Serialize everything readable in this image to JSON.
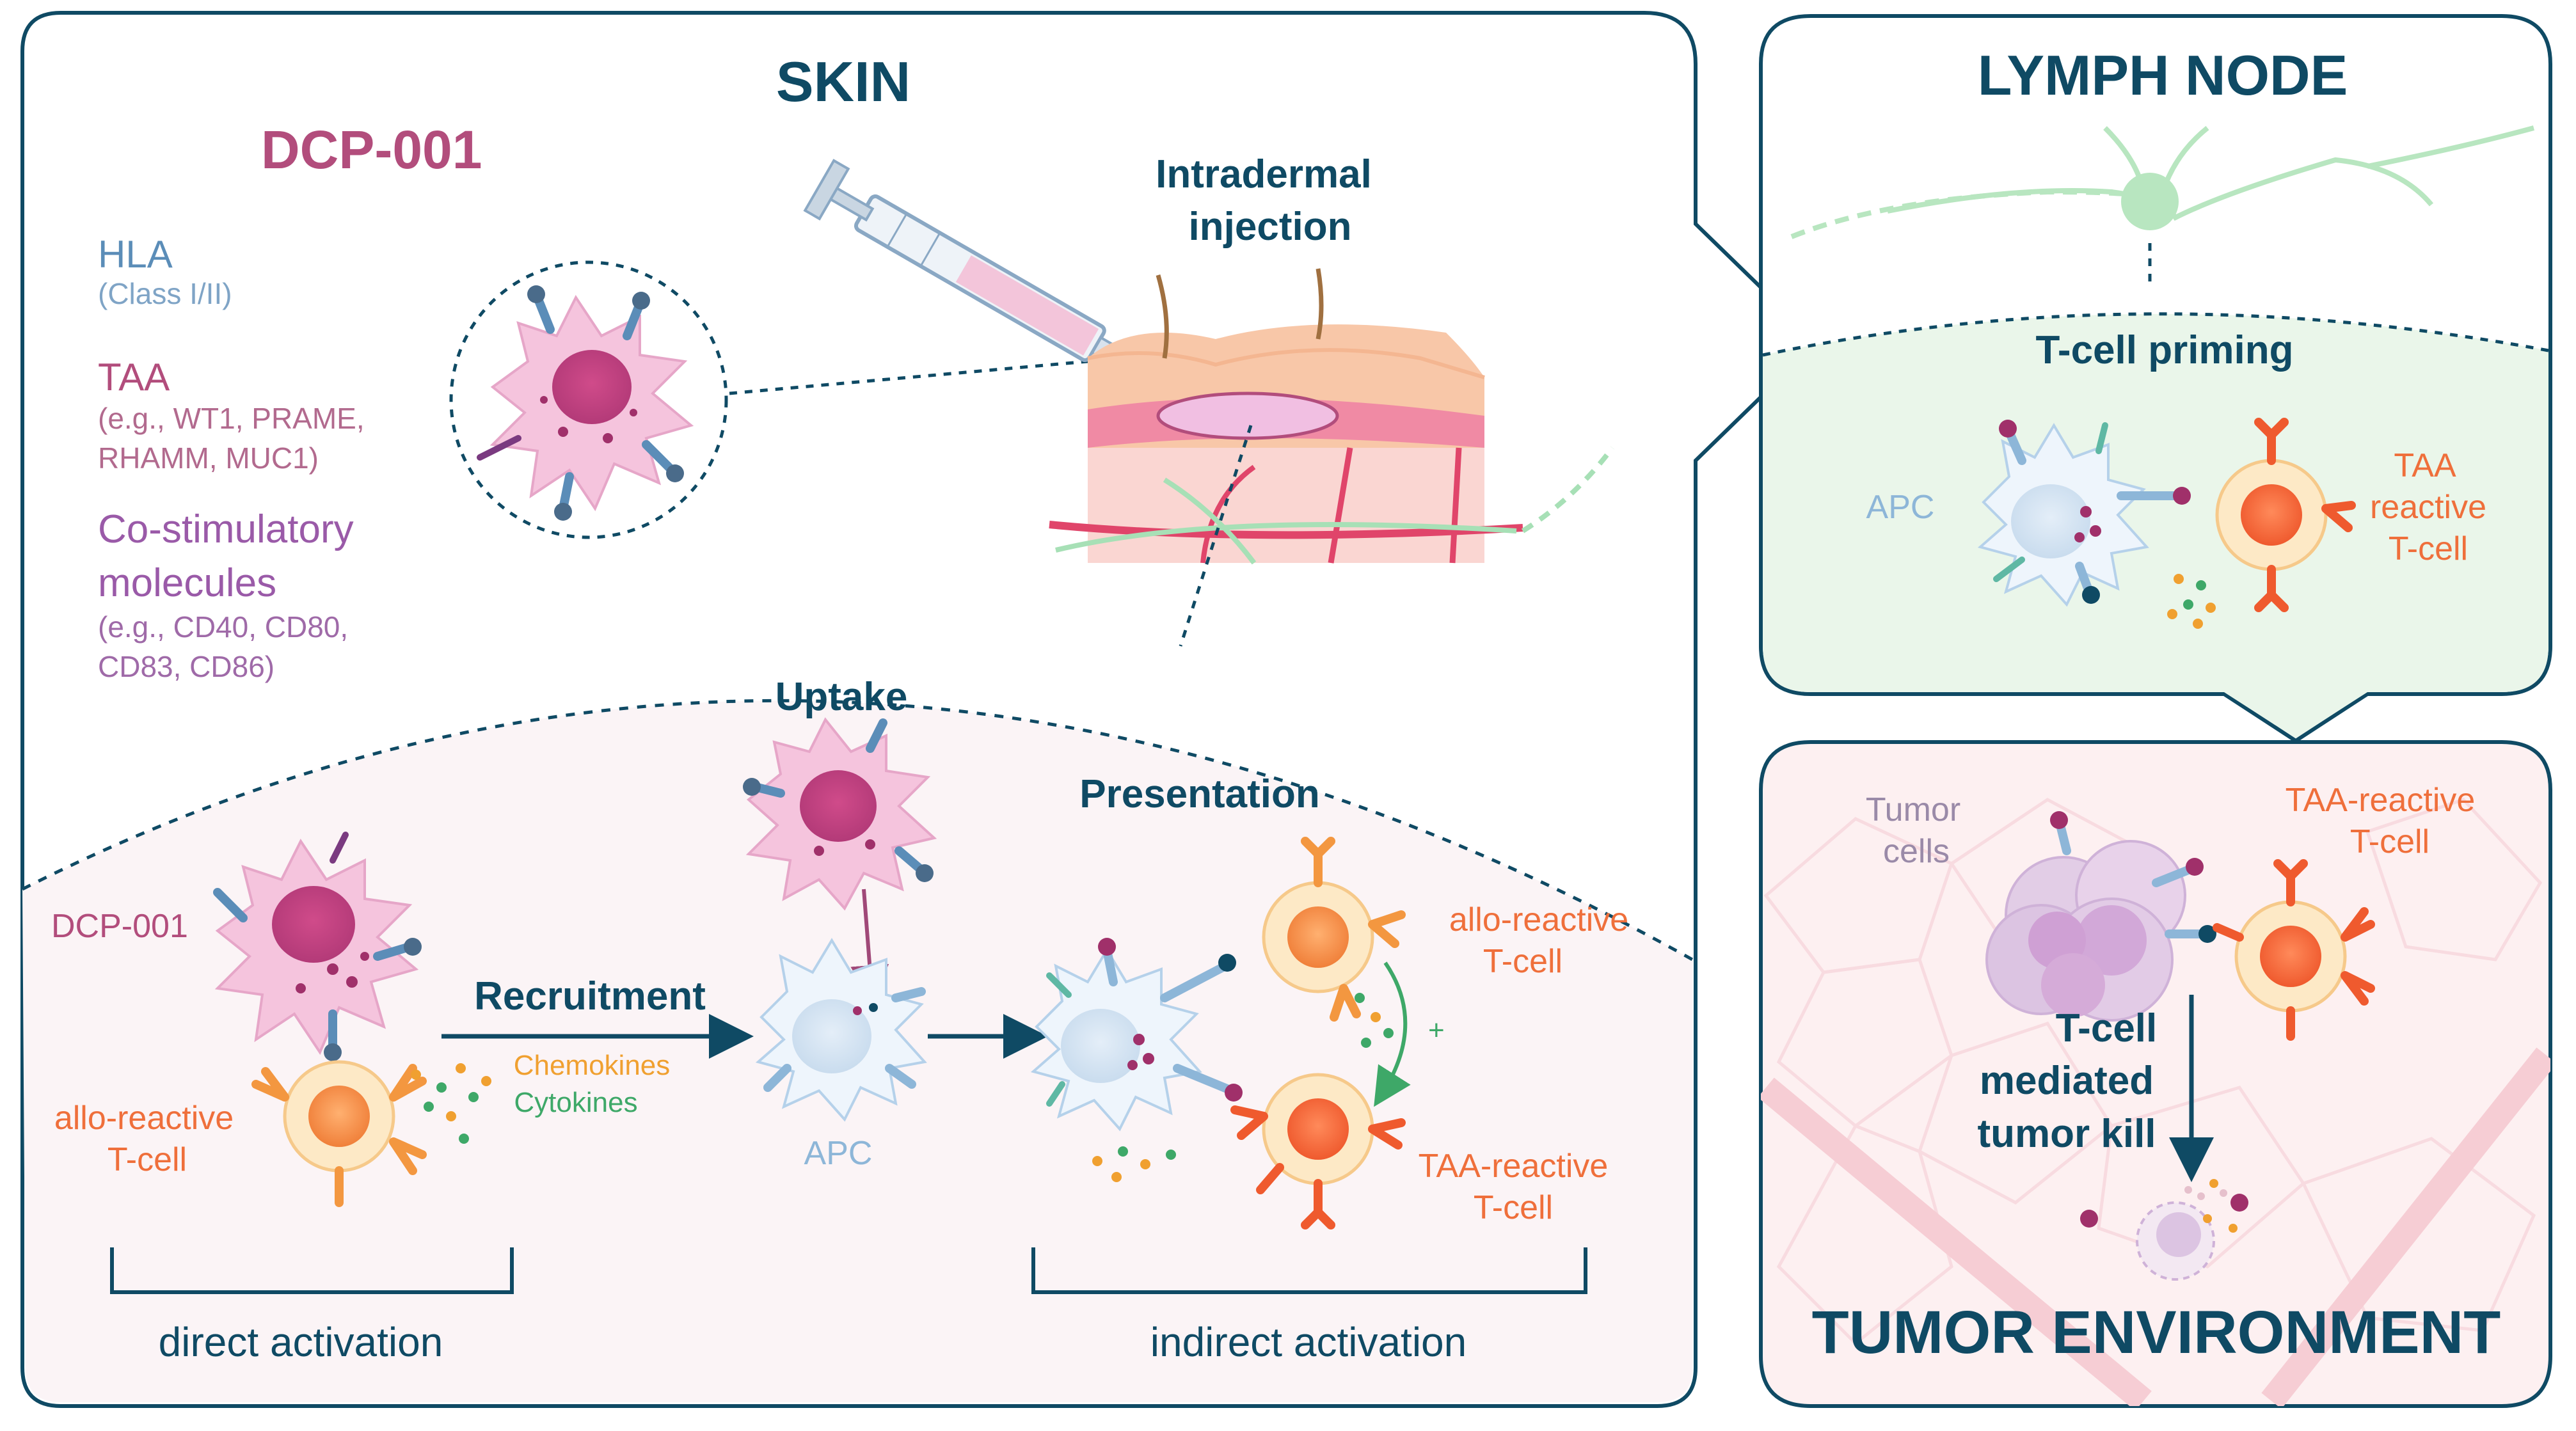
{
  "colors": {
    "navy": "#0f4a64",
    "magenta": "#b24d7c",
    "blue": "#5b8db8",
    "purple": "#9a5aa8",
    "orange": "#ef6f3b",
    "amber": "#f0a030",
    "green": "#3ea868",
    "light_blue": "#8db6d8",
    "lymph_bg": "#eaf6ea",
    "skin_bg": "#fbf4f6",
    "tumor_bg": "#fdf0f1"
  },
  "panels": {
    "skin": {
      "title": "SKIN"
    },
    "lymph": {
      "title": "LYMPH NODE",
      "priming": "T-cell priming",
      "apc": "APC",
      "taa_tcell": [
        "TAA",
        "reactive",
        "T-cell"
      ]
    },
    "tumor": {
      "title": "TUMOR ENVIRONMENT",
      "tumor_cells": [
        "Tumor",
        "cells"
      ],
      "taa_tcell": [
        "TAA-reactive",
        "T-cell"
      ],
      "kill": [
        "T-cell",
        "mediated",
        "tumor kill"
      ]
    }
  },
  "composition": {
    "name": "DCP-001",
    "hla": "HLA",
    "hla_sub": "(Class I/II)",
    "taa": "TAA",
    "taa_sub": [
      "(e.g., WT1, PRAME,",
      "RHAMM, MUC1)"
    ],
    "costim": [
      "Co-stimulatory",
      "molecules"
    ],
    "costim_sub": [
      "(e.g., CD40, CD80,",
      "CD83, CD86)"
    ]
  },
  "injection": [
    "Intradermal",
    "injection"
  ],
  "process": {
    "dcp_label": "DCP-001",
    "allo_tcell": [
      "allo-reactive",
      "T-cell"
    ],
    "recruitment": "Recruitment",
    "chemokines": "Chemokines",
    "cytokines": "Cytokines",
    "uptake": "Uptake",
    "apc": "APC",
    "presentation": "Presentation",
    "allo_tcell_right": [
      "allo-reactive",
      "T-cell"
    ],
    "plus": "+",
    "taa_tcell": [
      "TAA-reactive",
      "T-cell"
    ],
    "direct": "direct activation",
    "indirect": "indirect activation"
  }
}
